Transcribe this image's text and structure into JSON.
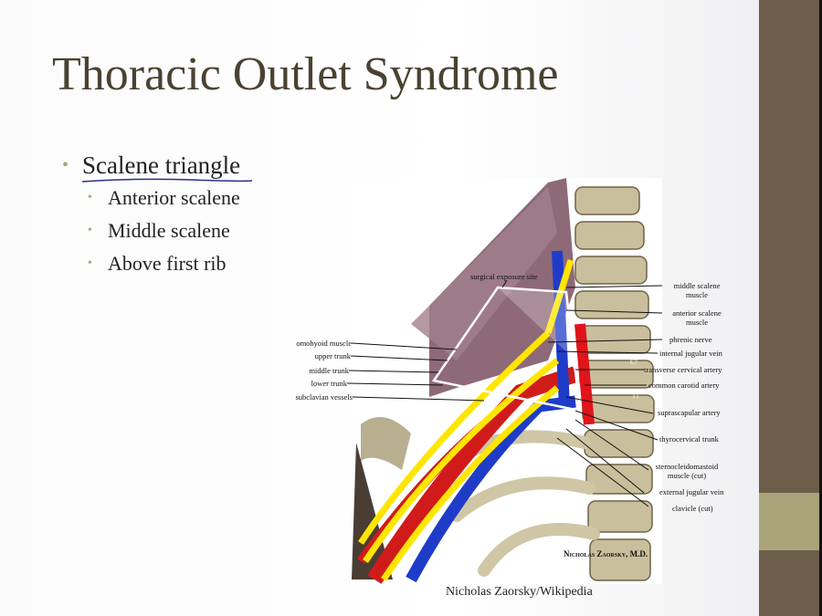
{
  "slide": {
    "title": "Thoracic Outlet Syndrome",
    "bullets": [
      {
        "text": "Scalene triangle",
        "sub": [
          "Anterior scalene",
          "Middle scalene",
          "Above first rib"
        ]
      }
    ],
    "caption": "Nicholas Zaorsky/Wikipedia"
  },
  "figure": {
    "signature": "Nicholas Zaorsky, M.D.",
    "top_label": "surgical exposure site",
    "vertebra_labels": [
      "C7",
      "T1"
    ],
    "left_labels": [
      "omohyoid muscle",
      "upper trunk",
      "middle trunk",
      "lower trunk",
      "subclavian vessels"
    ],
    "right_labels": [
      "middle scalene muscle",
      "anterior scalene muscle",
      "phrenic nerve",
      "internal jugular vein",
      "transverse cervical artery",
      "common carotid artery",
      "suprascapular artery",
      "thyrocervical trunk",
      "sternocleidomastoid muscle (cut)",
      "external jugular vein",
      "clavicle (cut)"
    ]
  },
  "colors": {
    "sidebar": "#6b5d4a",
    "accent": "#a9a47a",
    "title": "#4a4232"
  }
}
